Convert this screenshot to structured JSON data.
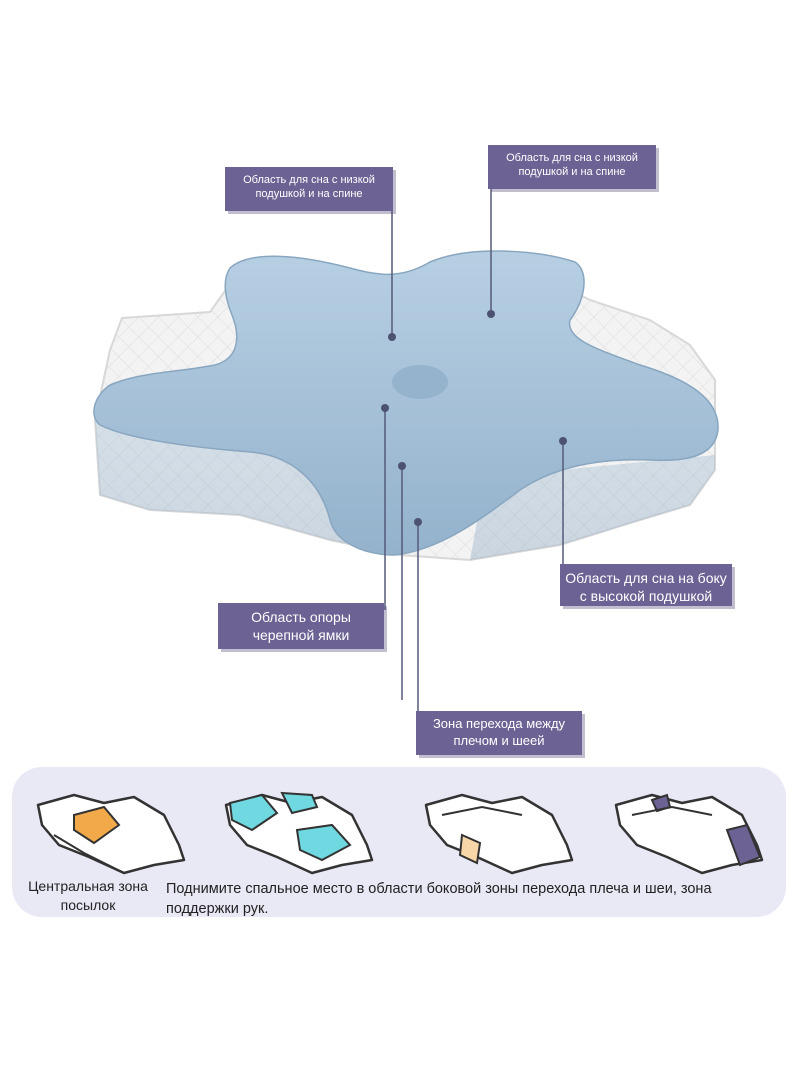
{
  "callouts": {
    "low_back_left": {
      "line1": "Область для сна с низкой",
      "line2": "подушкой и на спине"
    },
    "low_back_right": {
      "line1": "Область для сна с низкой",
      "line2": "подушкой и на спине"
    },
    "skull_support": {
      "line1": "Область опоры",
      "line2": "черепной ямки"
    },
    "shoulder_neck": {
      "line1": "Зона перехода между",
      "line2": "плечом и шеей"
    },
    "side_sleep": {
      "line1": "Область для сна на боку",
      "line2": "с высокой подушкой"
    }
  },
  "bottom": {
    "caption_left": "Центральная зона посылок",
    "caption_main": "Поднимите спальное место в области боковой зоны перехода плеча и шеи, зона поддержки рук."
  },
  "colors": {
    "callout_bg": "#6c6293",
    "pillow_top": "#a9c3da",
    "pillow_base": "#f2f2f2",
    "panel_bg": "#e9e8f5",
    "highlight_orange": "#f2a94a",
    "highlight_cyan": "#6fd8e0",
    "highlight_peach": "#f7d7a8",
    "highlight_purple": "#6c6293"
  }
}
